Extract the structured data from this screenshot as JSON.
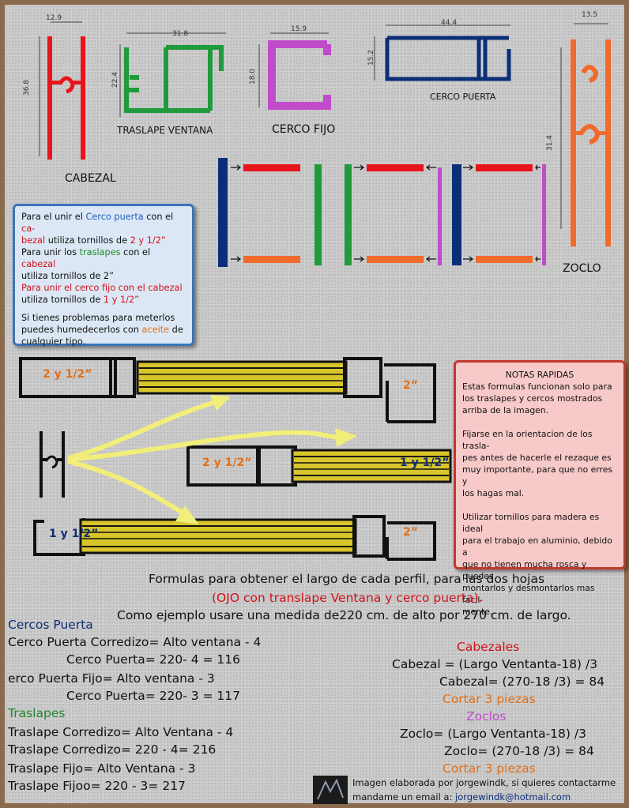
{
  "profiles": {
    "cabezal": {
      "label": "CABEZAL",
      "width_dim": "12.9",
      "height_dim": "36.8"
    },
    "traslape_ventana": {
      "label": "TRASLAPE VENTANA",
      "width_dim": "31.8",
      "height_dim": "22.4"
    },
    "cerco_fijo": {
      "label": "CERCO FIJO",
      "width_dim": "15.9",
      "height_dim": "18.0"
    },
    "cerco_puerta": {
      "label": "CERCO PUERTA",
      "width_dim": "44.4",
      "height_dim": "15.2"
    },
    "zoclo": {
      "label": "ZOCLO",
      "width_dim": "13.5",
      "height_dim": "31.4"
    }
  },
  "tips_box": {
    "l1a": "Para el unir el ",
    "l1b": "Cerco puerta",
    "l1c": " con el ",
    "l1d": "ca-",
    "l2a": "bezal",
    "l2b": " utiliza tornillos de ",
    "l2c": "2 y 1/2”",
    "l3a": "Para unir los ",
    "l3b": "traslapes",
    "l3c": " con el ",
    "l3d": "cabezal",
    "l4": "utiliza tornillos de 2”",
    "l5": "Para unir el cerco fijo con el cabezal",
    "l6a": "utiliza tornillos de ",
    "l6b": "1 y 1/2”",
    "l7": "Si tienes problemas para meterlos",
    "l8a": "puedes humedecerlos con ",
    "l8b": "aceite",
    "l8c": " de",
    "l9": "cualquier tipo."
  },
  "screws": {
    "top_left": "2 y 1/2”",
    "top_right": "2”",
    "mid_left": "2 y 1/2”",
    "mid_right": "1 y 1/2”",
    "bot_left": "1 y 1/2”",
    "bot_right": "2”"
  },
  "notes_box": {
    "title": "NOTAS RAPIDAS",
    "p1": [
      "Estas formulas funcionan solo para",
      "los traslapes y cercos mostrados",
      "arriba de la imagen."
    ],
    "p2": [
      "Fijarse en la orientacion de los trasla-",
      "pes antes de hacerle el rezaque es",
      "muy importante, para que no erres y",
      "los hagas mal."
    ],
    "p3": [
      "Utilizar tornillos para madera es ideal",
      "para el trabajo en aluminio, debido a",
      "que no tienen mucha rosca y puedes",
      "montarlos y desmontarlos mas facil-",
      "mente."
    ]
  },
  "intro": {
    "line1": "Formulas para obtener el largo de cada perfil, para las dos hojas",
    "line2": "(OJO con translape Ventana y cerco puerta).",
    "line3": "Como ejemplo usare una medida de220 cm. de alto por  270 cm. de largo."
  },
  "left_formulas": {
    "h1": "Cercos Puerta",
    "f1": "Cerco Puerta Corredizo= Alto ventana - 4",
    "f2": "Cerco Puerta= 220- 4 = 116",
    "f3": "erco Puerta Fijo= Alto ventana - 3",
    "f4": "Cerco Puerta= 220- 3 = 117",
    "h2": "Traslapes",
    "f5": " Traslape Corredizo= Alto Ventana - 4",
    "f6": "Traslape  Corredizo= 220 - 4= 216",
    "f7": "Traslape Fijo= Alto Ventana - 3",
    "f8": "Traslape Fijoo= 220 - 3= 217"
  },
  "right_formulas": {
    "h1": "Cabezales",
    "f1": "Cabezal = (Largo Ventanta-18) /3",
    "f2": "Cabezal= (270-18 /3) = 84",
    "c1": "Cortar 3 piezas",
    "h2": "Zoclos",
    "f3": "Zoclo=  (Largo Ventanta-18) /3",
    "f4": "Zoclo= (270-18 /3) = 84",
    "c2": "Cortar 3 piezas"
  },
  "footer": {
    "line1": "Imagen elaborada por jorgewindk, si quieres contactarme",
    "line2a": "mandame un email a: ",
    "line2b": "jorgewindk@hotmail.com"
  },
  "colors": {
    "red": "#e8141c",
    "green": "#1f9a3c",
    "magenta": "#c04ccc",
    "navy": "#0b2e78",
    "orange": "#f06a2c",
    "yellow": "#d8c52b"
  }
}
